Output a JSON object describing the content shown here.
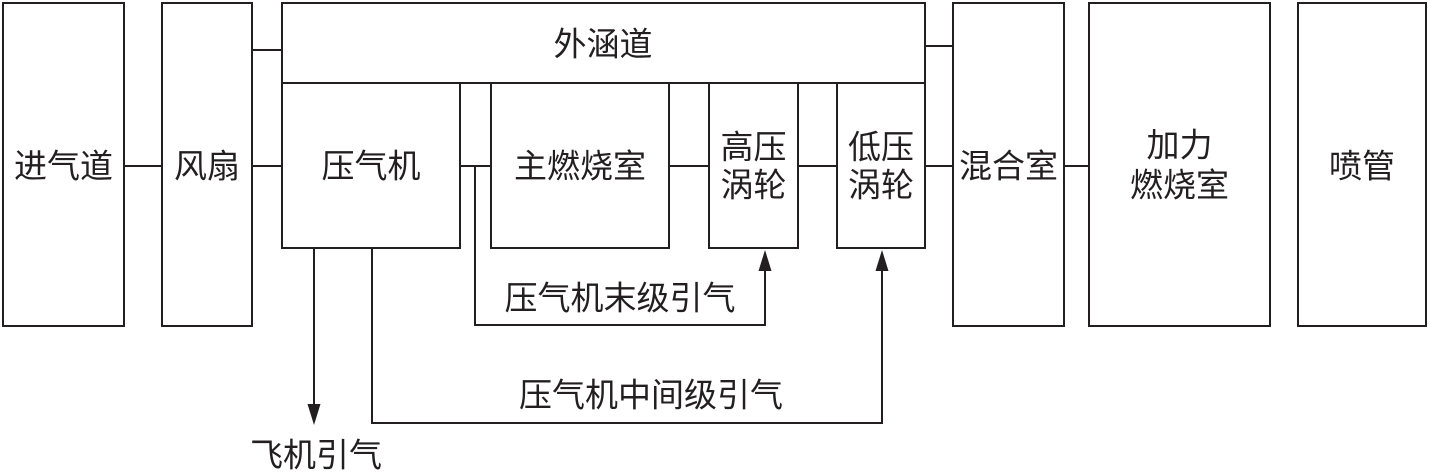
{
  "diagram": {
    "blocks": {
      "inlet": "进气道",
      "fan": "风扇",
      "bypass_duct": "外涵道",
      "compressor": "压气机",
      "main_combustor": "主燃烧室",
      "hp_turbine_line1": "高压",
      "hp_turbine_line2": "涡轮",
      "lp_turbine_line1": "低压",
      "lp_turbine_line2": "涡轮",
      "mixer": "混合室",
      "afterburner_line1": "加力",
      "afterburner_line2": "燃烧室",
      "nozzle": "喷管"
    },
    "flows": {
      "last_stage_bleed": "压气机末级引气",
      "mid_stage_bleed": "压气机中间级引气",
      "aircraft_bleed": "飞机引气"
    },
    "colors": {
      "line": "#231f20",
      "background": "#ffffff"
    }
  }
}
